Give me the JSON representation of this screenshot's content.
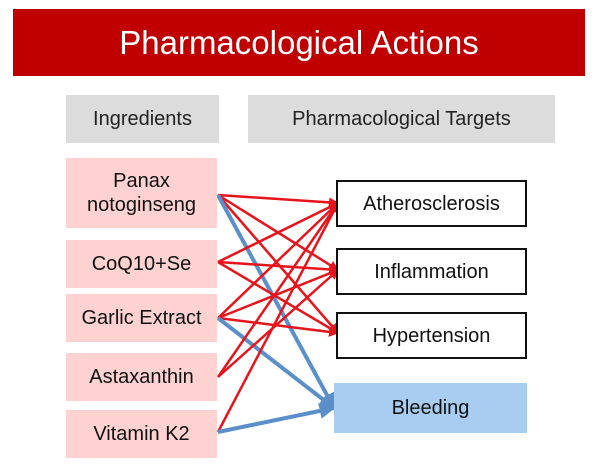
{
  "title": "Pharmacological Actions",
  "headers": {
    "ingredients": "Ingredients",
    "targets": "Pharmacological Targets"
  },
  "ingredients": [
    {
      "id": "panax",
      "label": "Panax\nnotoginseng"
    },
    {
      "id": "coq10",
      "label": "CoQ10+Se"
    },
    {
      "id": "garlic",
      "label": "Garlic Extract"
    },
    {
      "id": "astaxanthin",
      "label": "Astaxanthin"
    },
    {
      "id": "vitk2",
      "label": "Vitamin K2"
    }
  ],
  "targets": [
    {
      "id": "athero",
      "label": "Atherosclerosis"
    },
    {
      "id": "inflam",
      "label": "Inflammation"
    },
    {
      "id": "hyper",
      "label": "Hypertension"
    },
    {
      "id": "bleed",
      "label": "Bleeding"
    }
  ],
  "colors": {
    "title_bg": "#c00000",
    "ingredient_bg": "#ffd2d2",
    "header_bg": "#dcdcdc",
    "bleeding_bg": "#a9cdf0",
    "red_arrow": "#e8141c",
    "blue_arrow": "#5b8fc9"
  },
  "links": [
    {
      "from": "panax",
      "to": "athero",
      "color": "red"
    },
    {
      "from": "panax",
      "to": "inflam",
      "color": "red"
    },
    {
      "from": "panax",
      "to": "hyper",
      "color": "red"
    },
    {
      "from": "panax",
      "to": "bleed",
      "color": "blue"
    },
    {
      "from": "coq10",
      "to": "athero",
      "color": "red"
    },
    {
      "from": "coq10",
      "to": "inflam",
      "color": "red"
    },
    {
      "from": "coq10",
      "to": "hyper",
      "color": "red"
    },
    {
      "from": "garlic",
      "to": "athero",
      "color": "red"
    },
    {
      "from": "garlic",
      "to": "inflam",
      "color": "red"
    },
    {
      "from": "garlic",
      "to": "hyper",
      "color": "red"
    },
    {
      "from": "garlic",
      "to": "bleed",
      "color": "blue"
    },
    {
      "from": "astaxanthin",
      "to": "athero",
      "color": "red"
    },
    {
      "from": "astaxanthin",
      "to": "inflam",
      "color": "red"
    },
    {
      "from": "vitk2",
      "to": "athero",
      "color": "red"
    },
    {
      "from": "vitk2",
      "to": "bleed",
      "color": "blue"
    }
  ]
}
